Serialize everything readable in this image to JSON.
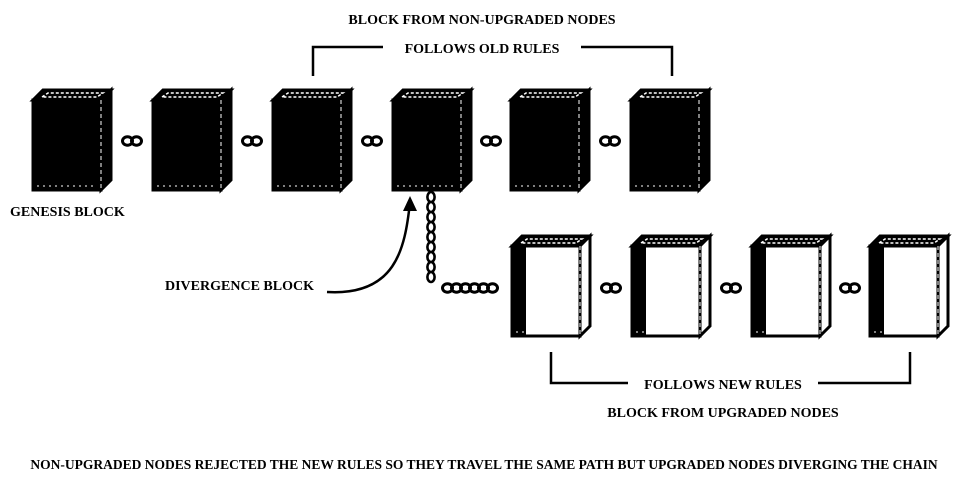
{
  "labels": {
    "top_heading": "BLOCK FROM NON-UPGRADED NODES",
    "old_rules": "FOLLOWS OLD RULES",
    "genesis": "GENESIS BLOCK",
    "divergence": "DIVERGENCE BLOCK",
    "new_rules": "FOLLOWS NEW RULES",
    "upgraded_heading": "BLOCK FROM UPGRADED NODES",
    "caption": "NON-UPGRADED NODES REJECTED THE NEW RULES SO THEY TRAVEL THE SAME PATH BUT UPGRADED NODES DIVERGING THE CHAIN"
  },
  "colors": {
    "ink": "#000000",
    "paper": "#ffffff"
  },
  "chains": {
    "old_chain_blocks": 6,
    "new_chain_blocks": 4,
    "new_chain_block_style": "white-faced"
  }
}
